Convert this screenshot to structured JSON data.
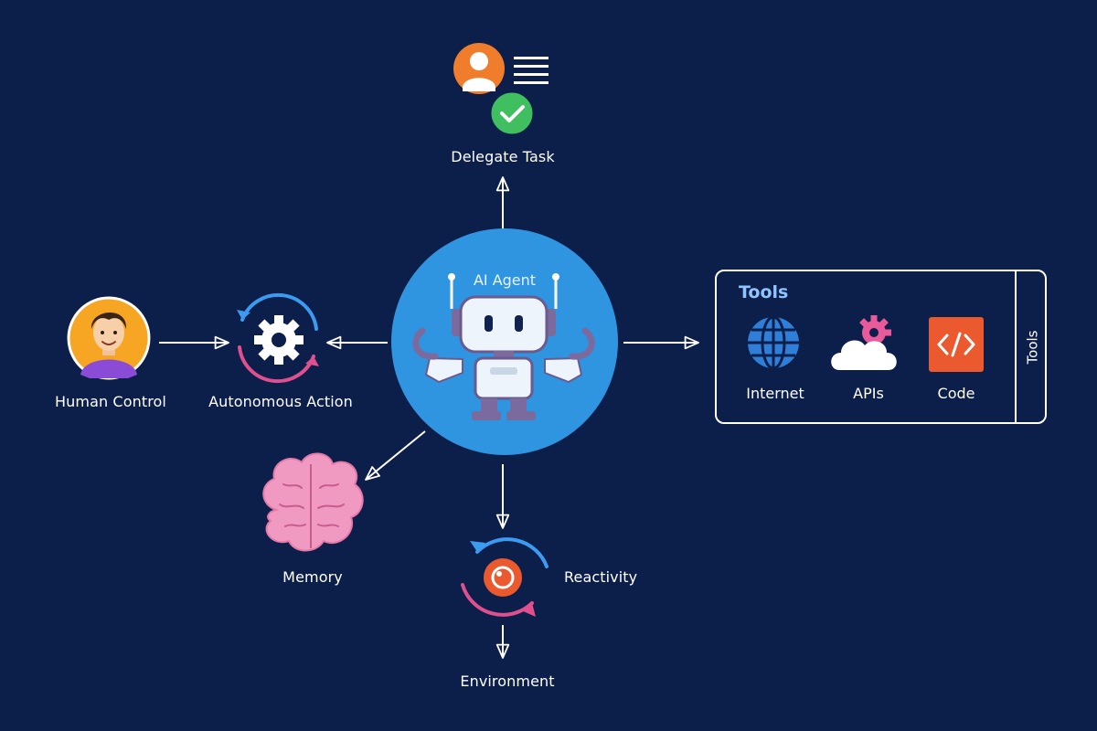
{
  "nodes": {
    "agent": {
      "label": "AI Agent",
      "icon": "robot-icon"
    },
    "delegate": {
      "label": "Delegate Task",
      "icon": "user-checklist-icon"
    },
    "human": {
      "label": "Human Control",
      "icon": "person-avatar-icon"
    },
    "autonomous": {
      "label": "Autonomous Action",
      "icon": "gear-cycle-icon"
    },
    "memory": {
      "label": "Memory",
      "icon": "brain-icon"
    },
    "reactivity": {
      "label": "Reactivity",
      "icon": "eye-cycle-icon"
    },
    "environment": {
      "label": "Environment"
    }
  },
  "tools": {
    "title": "Tools",
    "side_label": "Tools",
    "items": [
      {
        "label": "Internet",
        "icon": "globe-icon"
      },
      {
        "label": "APIs",
        "icon": "cloud-gear-icon"
      },
      {
        "label": "Code",
        "icon": "code-icon"
      }
    ]
  },
  "colors": {
    "background": "#0c1e4a",
    "agent_circle": "#2f95e0",
    "accent_blue": "#3b9bf0",
    "accent_pink": "#e0508f",
    "accent_orange": "#f07d2c",
    "accent_green": "#3fbf5f",
    "tools_title": "#8fc4ff"
  }
}
